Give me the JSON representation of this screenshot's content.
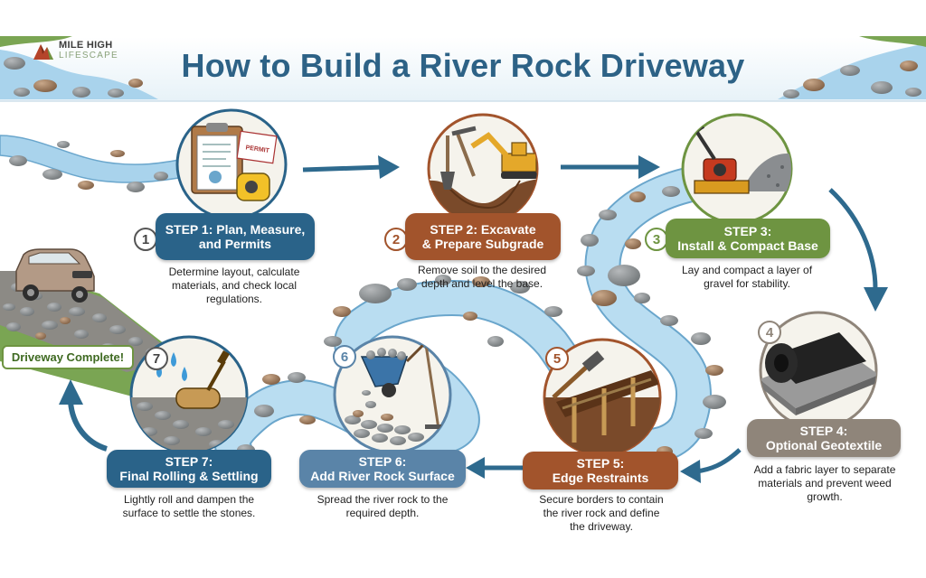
{
  "logo": {
    "line1": "MILE HIGH",
    "line2": "LIFESCAPE"
  },
  "title": "How to Build a River Rock Driveway",
  "complete_label": "Driveway Complete!",
  "steps": [
    {
      "number": "1",
      "title_line1": "STEP 1: Plan, Measure,",
      "title_line2": "and Permits",
      "desc_line1": "Determine layout, calculate",
      "desc_line2": "materials, and check local",
      "desc_line3": "regulations.",
      "color": "#2a6389"
    },
    {
      "number": "2",
      "title_line1": "STEP 2: Excavate",
      "title_line2": "& Prepare Subgrade",
      "desc_line1": "Remove soil to the desired",
      "desc_line2": "depth and level the base.",
      "desc_line3": "",
      "color": "#a2542c"
    },
    {
      "number": "3",
      "title_line1": "STEP 3:",
      "title_line2": "Install & Compact Base",
      "desc_line1": "Lay and compact a layer of",
      "desc_line2": "gravel for stability.",
      "desc_line3": "",
      "color": "#6e9441"
    },
    {
      "number": "4",
      "title_line1": "STEP 4:",
      "title_line2": "Optional Geotextile",
      "desc_line1": "Add a fabric layer to separate",
      "desc_line2": "materials and prevent weed",
      "desc_line3": "growth.",
      "color": "#8f857a"
    },
    {
      "number": "5",
      "title_line1": "STEP 5:",
      "title_line2": "Edge Restraints",
      "desc_line1": "Secure borders to contain",
      "desc_line2": "the river rock and define",
      "desc_line3": "the driveway.",
      "color": "#a2542c"
    },
    {
      "number": "6",
      "title_line1": "STEP 6:",
      "title_line2": "Add River Rock Surface",
      "desc_line1": "Spread the river rock to the",
      "desc_line2": "required depth.",
      "desc_line3": "",
      "color": "#5a84a8"
    },
    {
      "number": "7",
      "title_line1": "STEP 7:",
      "title_line2": "Final Rolling & Settling",
      "desc_line1": "Lightly roll and dampen the",
      "desc_line2": "surface to settle the stones.",
      "desc_line3": "",
      "color": "#2a6389"
    }
  ],
  "permit_text": "PERMIT",
  "colors": {
    "title": "#2d6286",
    "river": "#a9d3ec",
    "river_edge": "#6aa6cc",
    "arrow": "#2e6a8e",
    "soil": "#7a4a2a"
  }
}
